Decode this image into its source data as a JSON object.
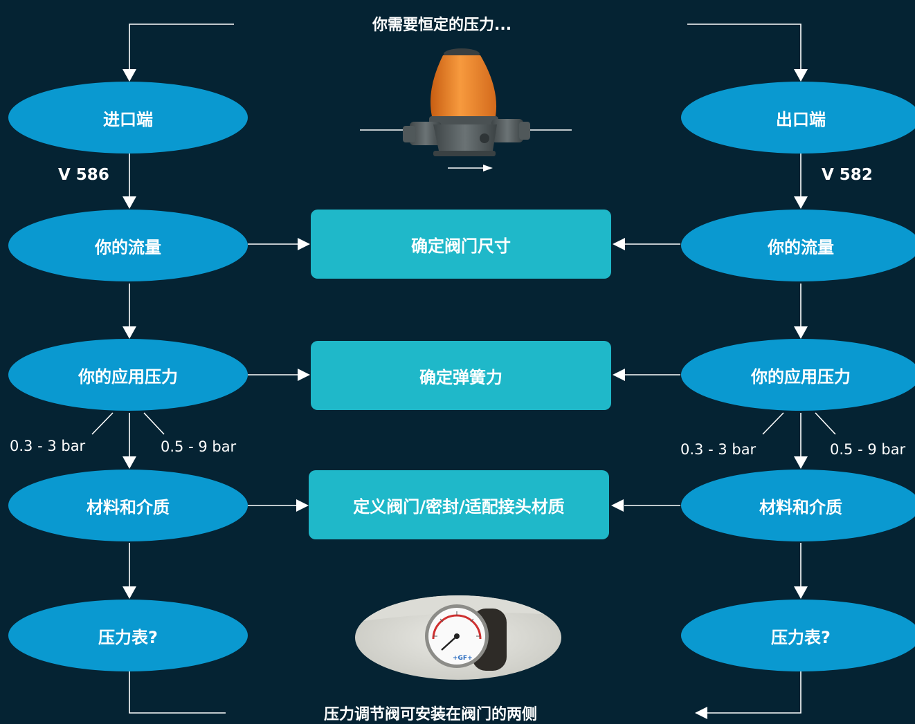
{
  "top_title": "你需要恒定的压力...",
  "bottom_title": "压力调节阀可安装在阀门的两侧",
  "left": {
    "port": "进口端",
    "model": "V 586",
    "flow": "你的流量",
    "pressure": "你的应用压力",
    "range_low": "0.3 - 3 bar",
    "range_high": "0.5 - 9 bar",
    "material": "材料和介质",
    "gauge": "压力表?"
  },
  "right": {
    "port": "出口端",
    "model": "V 582",
    "flow": "你的流量",
    "pressure": "你的应用压力",
    "range_low": "0.3 - 3 bar",
    "range_high": "0.5 - 9 bar",
    "material": "材料和介质",
    "gauge": "压力表?"
  },
  "center": {
    "size_box": "确定阀门尺寸",
    "spring_box": "确定弹簧力",
    "material_box": "定义阀门/密封/适配接头材质"
  },
  "images": {
    "valve": "pressure-regulating-valve-photo",
    "gauge": "pressure-gauge-photo",
    "gauge_brand": "+GF+"
  },
  "colors": {
    "background": "#052333",
    "ellipse": "#0a99d0",
    "box": "#1fb8c9",
    "valve_body": "#f08a2c"
  }
}
